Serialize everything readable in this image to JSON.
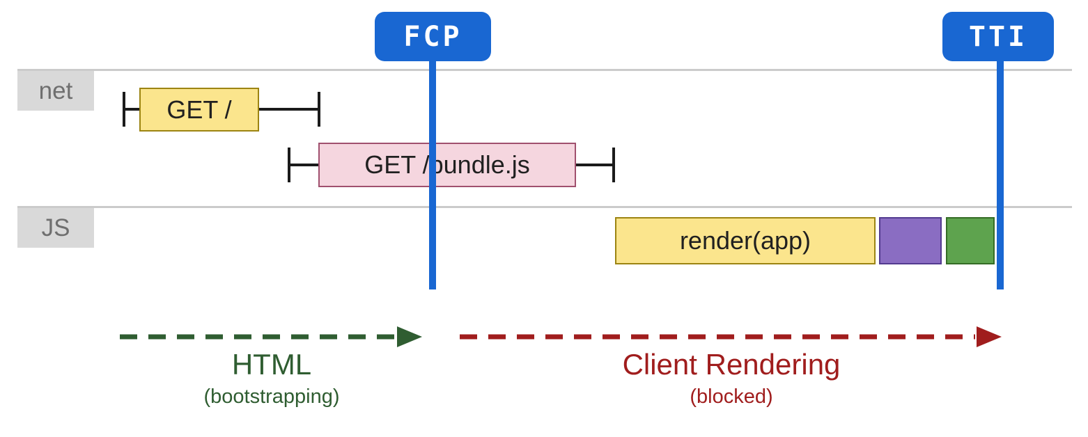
{
  "markers": [
    {
      "id": "fcp",
      "label": "FCP",
      "color": "#1967d2"
    },
    {
      "id": "tti",
      "label": "TTI",
      "color": "#1967d2"
    }
  ],
  "tracks": [
    {
      "id": "net",
      "label": "net"
    },
    {
      "id": "js",
      "label": "JS"
    }
  ],
  "network_requests": [
    {
      "label": "GET /",
      "fill": "#fbe58d",
      "border": "#9c8412"
    },
    {
      "label": "GET /bundle.js",
      "fill": "#f5d6df",
      "border": "#a0506e"
    }
  ],
  "js_tasks": [
    {
      "label": "render(app)",
      "fill": "#fbe58d",
      "border": "#9c8412"
    },
    {
      "label": "",
      "fill": "#8a6dc2",
      "border": "#533b8f"
    },
    {
      "label": "",
      "fill": "#5ea34e",
      "border": "#356d26"
    }
  ],
  "phases": [
    {
      "title": "HTML",
      "subtitle": "(bootstrapping)",
      "color": "#2f5d31"
    },
    {
      "title": "Client Rendering",
      "subtitle": "(blocked)",
      "color": "#a01d1d"
    }
  ]
}
